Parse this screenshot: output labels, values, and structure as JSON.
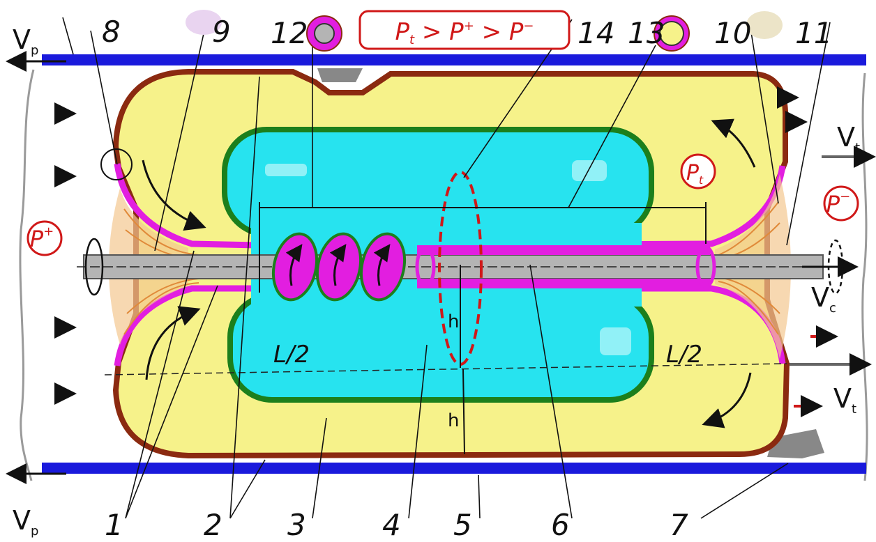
{
  "formula": {
    "main": "P",
    "main_sub": "t",
    "rel1": " > P",
    "sup1": "+",
    "rel2": " > P",
    "sup2": "−"
  },
  "labels": {
    "n1": "1",
    "n2": "2",
    "n3": "3",
    "n4": "4",
    "n5": "5",
    "n6": "6",
    "n7": "7",
    "n8": "8",
    "n9": "9",
    "n10": "10",
    "n11": "11",
    "n12": "12",
    "n13": "13",
    "n14": "14"
  },
  "flow": {
    "vp": "V",
    "vp_sub": "p",
    "vt": "V",
    "vt_sub": "t",
    "vc": "V",
    "vc_sub": "c"
  },
  "pressures": {
    "p_plus": "P",
    "p_plus_sup": "+",
    "p_minus": "P",
    "p_minus_sup": "−",
    "p_t": "P",
    "p_t_sub": "t"
  },
  "dims": {
    "half_length_left": "L/2",
    "half_length_right": "L/2",
    "h_upper": "h",
    "h_lower": "h"
  },
  "colors": {
    "pipe_wall": "#1a1adc",
    "outer_body": "#f6f28a",
    "outer_shell": "#8b2a10",
    "inner_chamber": "#27e3ef",
    "inner_border": "#1c7f1c",
    "magenta": "#e21ee0",
    "shaft": "#b4b4b4",
    "red": "#d01818",
    "fan": "#f0b070"
  }
}
